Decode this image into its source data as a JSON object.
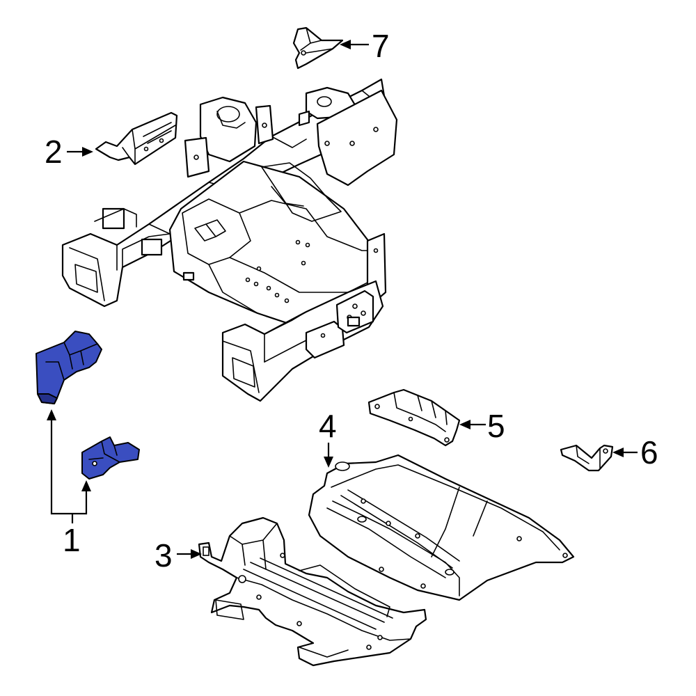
{
  "diagram": {
    "callouts": {
      "c1": "1",
      "c2": "2",
      "c3": "3",
      "c4": "4",
      "c5": "5",
      "c6": "6",
      "c7": "7"
    },
    "colors": {
      "highlight": "#3a4ec0",
      "highlight_dark": "#25318a",
      "line": "#000000",
      "background": "#ffffff"
    }
  }
}
